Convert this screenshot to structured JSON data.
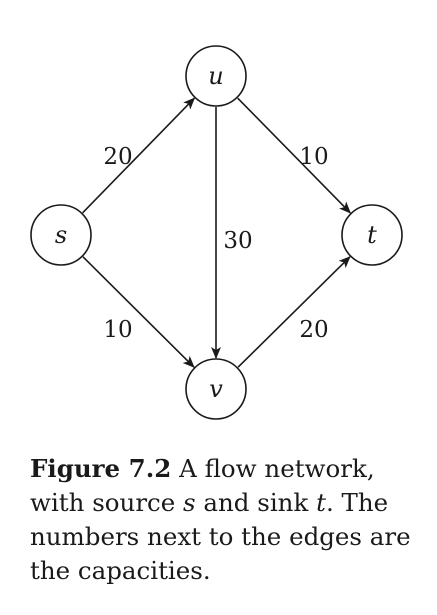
{
  "diagram": {
    "nodes": [
      {
        "id": "u",
        "label": "u"
      },
      {
        "id": "s",
        "label": "s"
      },
      {
        "id": "t",
        "label": "t"
      },
      {
        "id": "v",
        "label": "v"
      }
    ],
    "edges": [
      {
        "from": "s",
        "to": "u",
        "capacity": "20"
      },
      {
        "from": "u",
        "to": "t",
        "capacity": "10"
      },
      {
        "from": "u",
        "to": "v",
        "capacity": "30"
      },
      {
        "from": "s",
        "to": "v",
        "capacity": "10"
      },
      {
        "from": "v",
        "to": "t",
        "capacity": "20"
      }
    ]
  },
  "caption": {
    "label": "Figure 7.2",
    "text_1": " A flow network, with source ",
    "var_s": "s",
    "text_2": " and sink ",
    "var_t": "t",
    "text_3": ". The numbers next to the edges are the capacities."
  }
}
